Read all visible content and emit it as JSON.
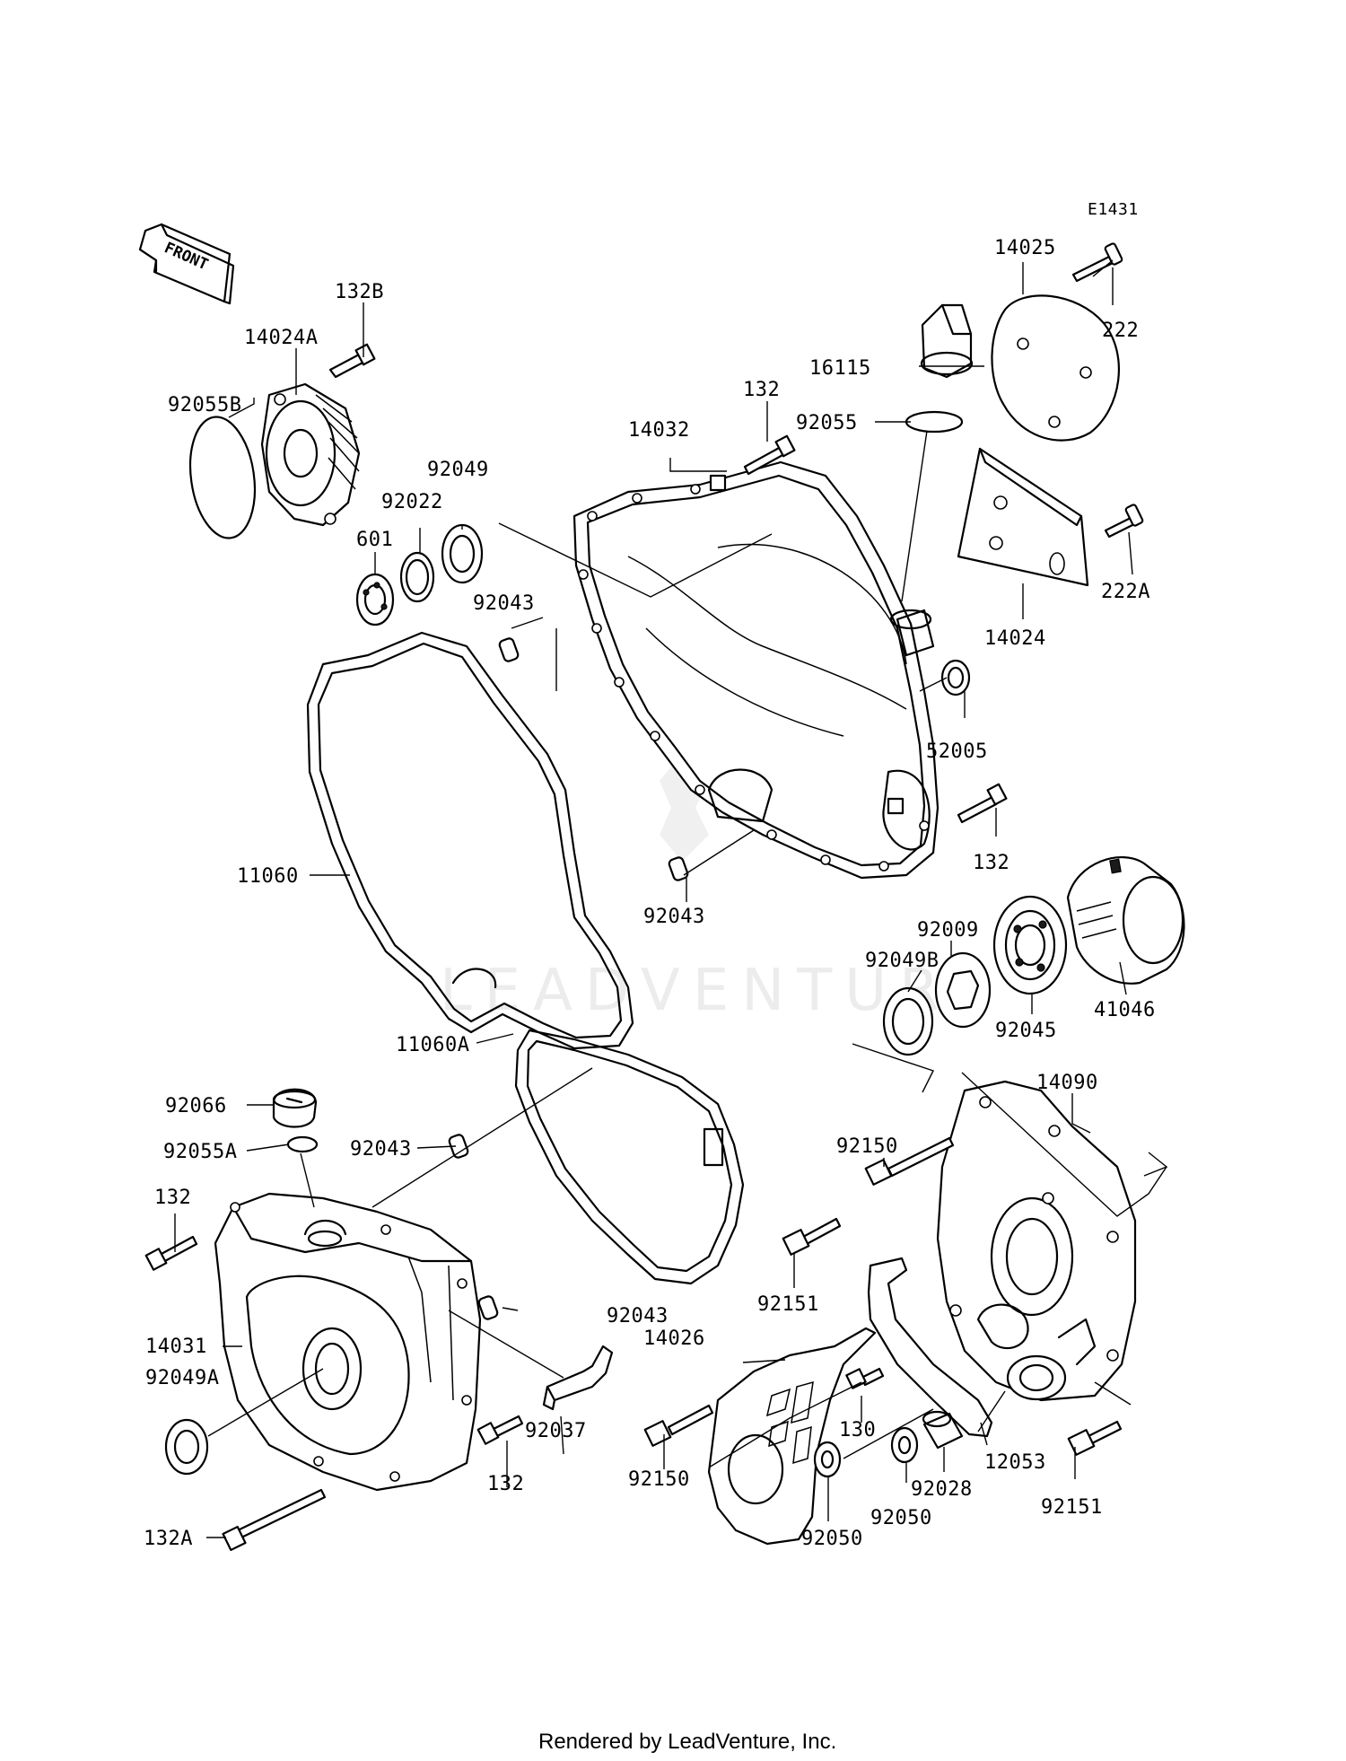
{
  "diagram_code": "E1431",
  "front_label": "FRONT",
  "watermark": "LEADVENTURE",
  "footer": "Rendered by LeadVenture, Inc.",
  "callouts": {
    "c14025": "14025",
    "c222": "222",
    "c132B": "132B",
    "c14024A": "14024A",
    "c16115": "16115",
    "c92055B": "92055B",
    "c132_top": "132",
    "c92055": "92055",
    "c14032": "14032",
    "c92049": "92049",
    "c92022": "92022",
    "c601": "601",
    "c222A": "222A",
    "c92043_a": "92043",
    "c14024": "14024",
    "c52005": "52005",
    "c11060": "11060",
    "c132_mid": "132",
    "c92043_b": "92043",
    "c92009": "92009",
    "c92049B": "92049B",
    "c92045": "92045",
    "c41046": "41046",
    "c11060A": "11060A",
    "c14090": "14090",
    "c92066": "92066",
    "c92150_top": "92150",
    "c92055A": "92055A",
    "c92043_c": "92043",
    "c132_left": "132",
    "c92151_a": "92151",
    "c14031": "14031",
    "c92049A": "92049A",
    "c92043_d": "92043",
    "c14026": "14026",
    "c92037": "92037",
    "c130": "130",
    "c12053": "12053",
    "c132_low": "132",
    "c92150_bot": "92150",
    "c92028": "92028",
    "c92050_a": "92050",
    "c92050_b": "92050",
    "c92151_b": "92151",
    "c132A": "132A"
  }
}
